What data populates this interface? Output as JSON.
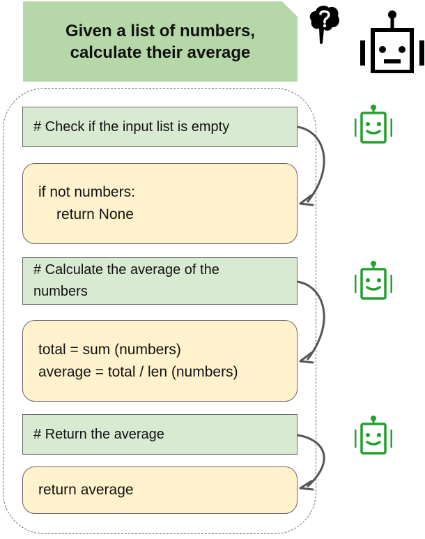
{
  "task": {
    "prompt_line1": "Given a list of numbers,",
    "prompt_line2": "calculate their average"
  },
  "icons": {
    "thinking": "thought-bubble-question-icon",
    "model": "robot-icon",
    "step_agent": "smiling-robot-icon"
  },
  "colors": {
    "task_bg": "#b6d7a8",
    "comment_bg": "#d9ead3",
    "code_bg": "#fff2cc",
    "robot_green": "#22a02e",
    "border": "#666666"
  },
  "steps": [
    {
      "comment_line1": "# Check if the input list is empty",
      "comment_line2": "",
      "code_line1": "if not numbers:",
      "code_line2": "return None"
    },
    {
      "comment_line1": "# Calculate the average of the",
      "comment_line2": "numbers",
      "code_line1": "total = sum (numbers)",
      "code_line2": "average = total / len (numbers)"
    },
    {
      "comment_line1": "# Return the average",
      "comment_line2": "",
      "code_line1": "return average",
      "code_line2": ""
    }
  ]
}
